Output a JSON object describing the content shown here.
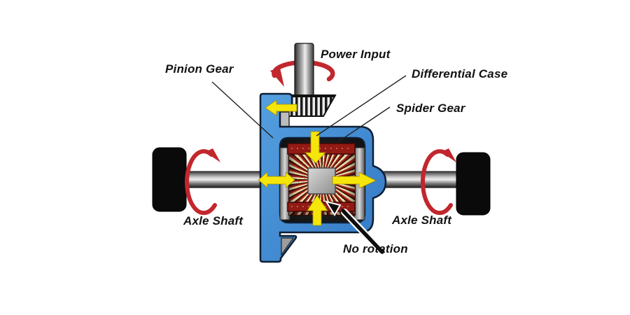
{
  "diagram": {
    "subject": "open-differential-no-spider-rotation",
    "labels": {
      "power_input": "Power Input",
      "pinion_gear": "Pinion Gear",
      "differential_case": "Differential Case",
      "spider_gear": "Spider Gear",
      "axle_shaft_left": "Axle Shaft",
      "axle_shaft_right": "Axle Shaft",
      "no_rotation": "No rotation"
    },
    "colors": {
      "housing_blue": "#3f8ad2",
      "rotation_arrow_red": "#c1272d",
      "force_arrow_yellow": "#f6e50a",
      "spider_gear_red": "#941a14",
      "label_text": "#121212",
      "background": "#ffffff"
    }
  }
}
